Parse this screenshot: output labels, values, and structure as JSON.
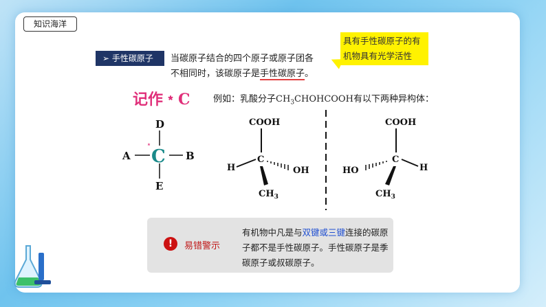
{
  "tag": "知识海洋",
  "nav": {
    "label": "手性碳原子"
  },
  "definition": {
    "line1": "当碳原子结合的四个原子或原子团各",
    "line2_prefix": "不相同时，该碳原子是",
    "line2_highlight": "手性碳原子",
    "line2_suffix": "。"
  },
  "callout": {
    "text": "具有手性碳原子的有机物具有光学活性"
  },
  "notation": {
    "text": "记作﹡C"
  },
  "example": {
    "prefix": "例如：乳酸分子",
    "formula_parts": [
      "CH",
      "3",
      "CHOHCOOH"
    ],
    "suffix": "有以下两种异构体："
  },
  "carbon_diagram": {
    "center": "C",
    "star": "﹡",
    "top": "D",
    "left": "A",
    "right": "B",
    "bottom": "E"
  },
  "isomer1": {
    "top": "COOH",
    "center": "C",
    "left": "H",
    "right": "OH",
    "bottom": "CH",
    "bottom_sub": "3"
  },
  "isomer2": {
    "top": "COOH",
    "center": "C",
    "left": "HO",
    "right": "H",
    "bottom": "CH",
    "bottom_sub": "3"
  },
  "warning": {
    "icon": "!",
    "label": "易错警示",
    "text_part1": "有机物中凡是与",
    "text_highlight": "双键或三键",
    "text_part2": "连接的碳原子都不是手性碳原子。手性碳原子是季碳原子或叔碳原子。"
  },
  "colors": {
    "nav_bg": "#1f3566",
    "callout_bg": "#fff200",
    "notation": "#e0307a",
    "warning": "#c01818",
    "highlight": "#1f4fd1"
  }
}
